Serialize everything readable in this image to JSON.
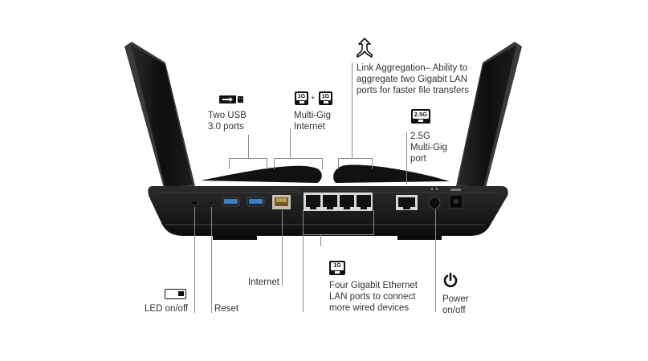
{
  "diagram": {
    "title": "Router rear panel callouts",
    "callouts": {
      "link_aggregation": {
        "icon": "merge-arrow-icon",
        "lines": [
          "Link Aggregation– Ability to",
          "aggregate two Gigabit LAN",
          "ports for faster file transfers"
        ]
      },
      "usb": {
        "icon": "usb-icon",
        "lines": [
          "Two USB",
          "3.0 ports"
        ]
      },
      "multigig_internet": {
        "icon_left": "1G",
        "icon_plus": "+",
        "icon_right": "1G",
        "lines": [
          "Multi-Gig",
          "Internet"
        ]
      },
      "multigig_port": {
        "icon": "2.5G",
        "lines": [
          "2.5G",
          "Multi-Gig",
          "port"
        ]
      },
      "internet": {
        "lines": [
          "Internet"
        ]
      },
      "led": {
        "icon": "toggle-switch-icon",
        "lines": [
          "LED on/off"
        ]
      },
      "reset": {
        "lines": [
          "Reset"
        ]
      },
      "lan": {
        "icon": "1G",
        "lines": [
          "Four Gigabit Ethernet",
          "LAN ports to connect",
          "more wired devices"
        ]
      },
      "power": {
        "icon": "power-icon",
        "lines": [
          "Power",
          "on/off"
        ]
      }
    },
    "colors": {
      "router_body": "#1c1c1e",
      "usb_port": "#3d7fc4",
      "internet_port": "#b89a4a",
      "callout_line": "#8a8a8a",
      "text": "#333333"
    }
  }
}
